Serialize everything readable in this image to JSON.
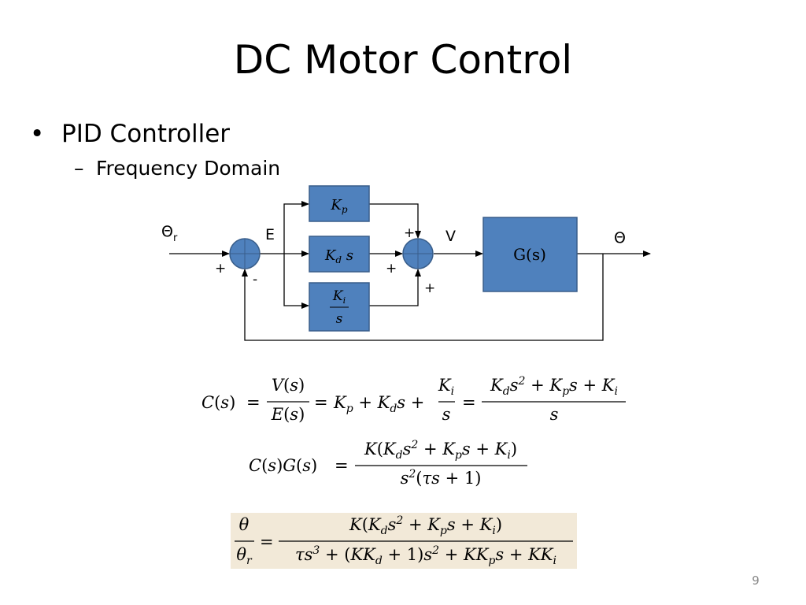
{
  "slide": {
    "title": "DC Motor Control",
    "bullet": "PID Controller",
    "bullet_marker": "•",
    "sub_bullet": "Frequency Domain",
    "sub_bullet_marker": "–",
    "page_number": "9"
  },
  "diagram": {
    "input_label": "Θ",
    "input_label_subscript": "r",
    "error_label": "E",
    "voltage_label": "V",
    "output_label": "Θ",
    "plant_label": "G(s)",
    "sum1_plus": "+",
    "sum1_minus": "-",
    "sum2_plus_top": "+",
    "sum2_plus_left": "+",
    "sum2_plus_bottom": "+",
    "kp_block": "K_p",
    "kd_block": "K_d s",
    "ki_block_num": "K_i",
    "ki_block_den": "s",
    "block_fill": "#4f81bd",
    "block_stroke": "#385d8a"
  },
  "equations": {
    "eq1": "C(s) = V(s)/E(s) = K_p + K_d s + K_i/s = (K_d s^2 + K_p s + K_i)/s",
    "eq2": "C(s)G(s) = K(K_d s^2 + K_p s + K_i) / (s^2(τs + 1))",
    "eq3": "θ/θ_r = K(K_d s^2 + K_p s + K_i) / (τs^3 + (KK_d + 1)s^2 + KK_p s + KK_i)",
    "eq3_highlight": "#f2e9d8"
  }
}
